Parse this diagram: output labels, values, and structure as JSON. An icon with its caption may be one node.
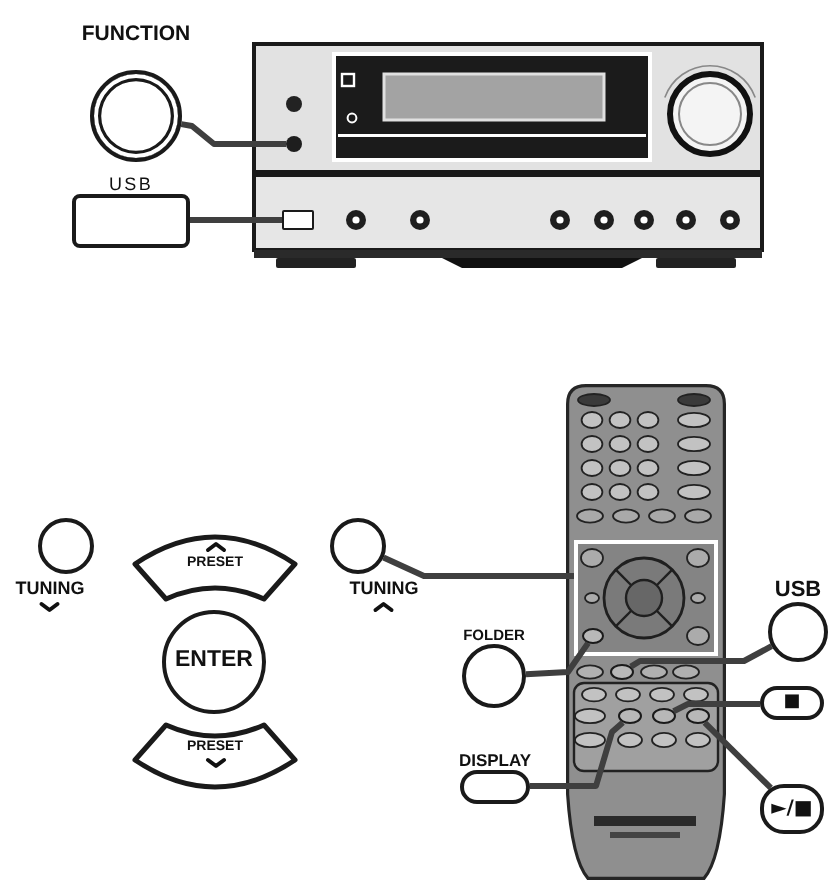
{
  "diagram": {
    "nodes": [
      {
        "text": [
          "FUNCTION"
        ]
      },
      {
        "text": [],
        "shape": "picture"
      },
      {
        "text": [],
        "shape": "circle",
        "in": 1
      },
      {
        "text": [],
        "shape": "box"
      },
      {
        "text": [
          "USB"
        ]
      },
      {
        "text": [],
        "shape": "picture"
      },
      {
        "text": [],
        "shape": "box",
        "in": 5
      },
      {
        "text": [],
        "shape": "circle",
        "in": 6
      },
      {
        "text": [],
        "shape": "circle",
        "in": 5
      },
      {
        "text": [],
        "shape": "circle",
        "in": 5
      },
      {
        "text": [],
        "shape": "circle",
        "in": 5
      },
      {
        "text": [],
        "shape": "circle",
        "in": 5
      },
      {
        "text": [
          "TUNING"
        ]
      },
      {
        "text": [
          "PRESET"
        ]
      },
      {
        "text": [
          "TUNING"
        ]
      },
      {
        "text": [
          "ENTER"
        ]
      },
      {
        "text": [
          "PRESET"
        ]
      },
      {
        "text": [
          "USB"
        ]
      },
      {
        "text": [
          "FOLDER"
        ]
      },
      {
        "text": [
          "■"
        ]
      },
      {
        "text": [
          "DISPLAY"
        ]
      },
      {
        "text": [
          "►/■"
        ]
      }
    ],
    "edges": [
      {
        "from": 0,
        "to": 2,
        "arrow": "none"
      },
      {
        "from": 4,
        "to": 3,
        "arrow": "none"
      },
      {
        "from": 14,
        "to": 6,
        "arrow": "none"
      },
      {
        "from": 18,
        "to": 7,
        "arrow": "none"
      },
      {
        "from": 17,
        "to": 8,
        "arrow": "none"
      },
      {
        "from": 20,
        "to": 9,
        "arrow": "none"
      },
      {
        "from": 19,
        "to": 10,
        "arrow": "none"
      },
      {
        "from": 21,
        "to": 11,
        "arrow": "none"
      }
    ]
  }
}
